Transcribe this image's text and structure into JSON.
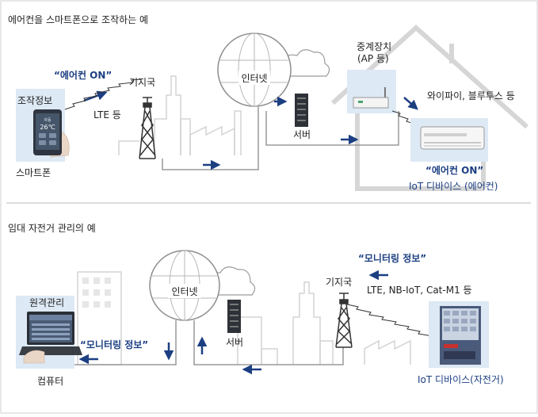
{
  "top": {
    "title": "에어컨을 스마트폰으로 조작하는 예",
    "control_info": "조작정보",
    "smartphone": "스마트폰",
    "phone_screen_label": "자동",
    "phone_temp": "26℃",
    "command": "“에어컨 ON”",
    "base_station": "기지국",
    "lte": "LTE 등",
    "internet": "인터넷",
    "server": "서버",
    "relay_line1": "중계장치",
    "relay_line2": "(AP 등)",
    "wifi": "와이파이, 블루투스 등",
    "ac_command": "“에어컨 ON”",
    "iot_device": "IoT 디바이스 (에어컨)"
  },
  "bottom": {
    "title": "임대 자전거 관리의 예",
    "remote": "원격관리",
    "computer": "컴퓨터",
    "monitor_info_left": "“모니터링 정보”",
    "internet": "인터넷",
    "server": "서버",
    "base_station": "기지국",
    "monitor_info_right": "“모니터링 정보”",
    "network": "LTE, NB-IoT, Cat-M1 등",
    "iot_device": "IoT 디바이스(자전거)"
  },
  "colors": {
    "accent": "#1c3f82",
    "panel": "#dde9f5",
    "line": "#888888"
  }
}
